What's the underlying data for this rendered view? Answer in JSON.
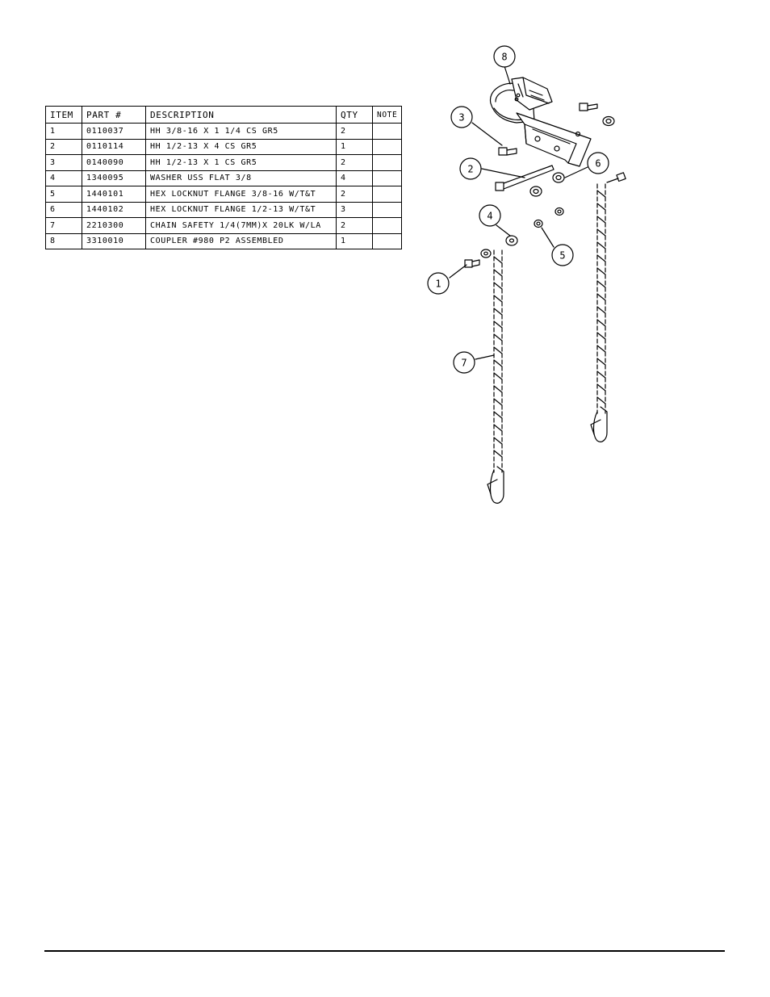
{
  "bom": {
    "headers": {
      "item": "ITEM",
      "part": "PART #",
      "description": "DESCRIPTION",
      "qty": "QTY",
      "note": "NOTE"
    },
    "rows": [
      {
        "item": "1",
        "part": "0110037",
        "description": "HH 3/8-16 X 1 1/4 CS GR5",
        "qty": "2",
        "note": ""
      },
      {
        "item": "2",
        "part": "0110114",
        "description": "HH 1/2-13 X 4 CS GR5",
        "qty": "1",
        "note": ""
      },
      {
        "item": "3",
        "part": "0140090",
        "description": "HH 1/2-13 X 1 CS GR5",
        "qty": "2",
        "note": ""
      },
      {
        "item": "4",
        "part": "1340095",
        "description": "WASHER USS FLAT 3/8",
        "qty": "4",
        "note": ""
      },
      {
        "item": "5",
        "part": "1440101",
        "description": "HEX LOCKNUT FLANGE 3/8-16 W/T&T",
        "qty": "2",
        "note": ""
      },
      {
        "item": "6",
        "part": "1440102",
        "description": "HEX LOCKNUT FLANGE 1/2-13 W/T&T",
        "qty": "3",
        "note": ""
      },
      {
        "item": "7",
        "part": "2210300",
        "description": "CHAIN SAFETY 1/4(7MM)X 20LK W/LA",
        "qty": "2",
        "note": ""
      },
      {
        "item": "8",
        "part": "3310010",
        "description": "COUPLER #980 P2 ASSEMBLED",
        "qty": "1",
        "note": ""
      }
    ]
  },
  "drawing": {
    "balloons": [
      "1",
      "2",
      "3",
      "4",
      "5",
      "6",
      "7",
      "8"
    ]
  }
}
